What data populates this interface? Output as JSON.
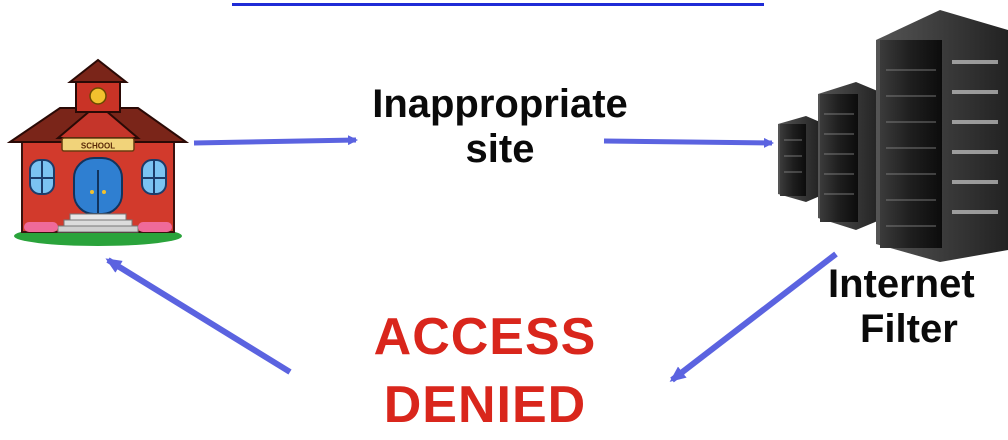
{
  "labels": {
    "request_line1": "Inappropriate",
    "request_line2": "site",
    "filter_line1": "Internet",
    "filter_line2": "Filter",
    "denied_line1": "ACCESS",
    "denied_line2": "DENIED",
    "school_sign": "SCHOOL"
  },
  "colors": {
    "arrow": "#5b63e0",
    "denied_text": "#d9261c",
    "top_rule": "#1f2bd6"
  },
  "icons": {
    "school": "school-building-icon",
    "servers": "server-rack-icon"
  }
}
